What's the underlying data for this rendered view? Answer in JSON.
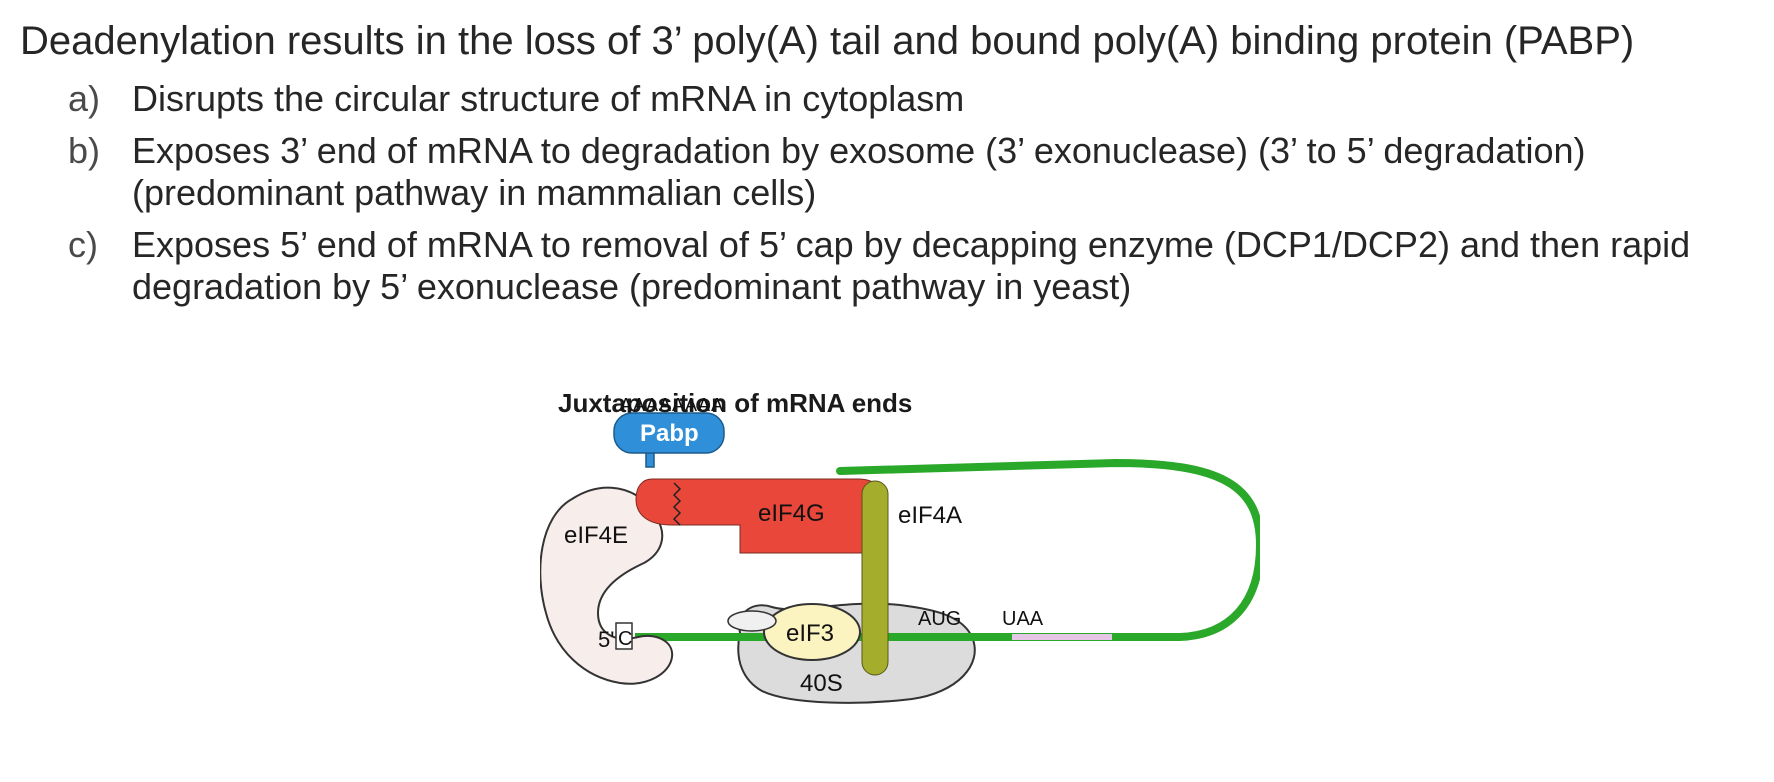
{
  "slide": {
    "title": "Deadenylation results in the loss of 3’ poly(A) tail and bound poly(A) binding protein (PABP)",
    "bullets": [
      {
        "marker": "a)",
        "lines": [
          "Disrupts the circular structure of mRNA in cytoplasm"
        ]
      },
      {
        "marker": "b)",
        "lines": [
          "Exposes 3’ end of mRNA to degradation by exosome (3’ exonuclease) (3’ to 5’ degradation)",
          "(predominant pathway in mammalian cells)"
        ]
      },
      {
        "marker": "c)",
        "lines": [
          "Exposes 5’ end of mRNA to removal of 5’ cap by decapping enzyme (DCP1/DCP2) and then rapid",
          "degradation by 5’ exonuclease (predominant pathway in yeast)"
        ]
      }
    ]
  },
  "figure": {
    "title": "Juxtaposition of mRNA ends",
    "polya": "AAAAAAAA",
    "labels": {
      "pabp": "Pabp",
      "eif4g": "eIF4G",
      "eif4a": "eIF4A",
      "eif4e": "eIF4E",
      "eif3": "eIF3",
      "s40": "40S",
      "aug": "AUG",
      "uaa": "UAA",
      "five_prime": "5'",
      "cap": "C"
    },
    "colors": {
      "mrna": "#2aa82a",
      "pabp": "#2f8fd8",
      "eif4g": "#e8473a",
      "eif4a": "#a5ad2c",
      "eif4e": "#f7eeec",
      "eif3": "#fbf4c0",
      "ribosome": "#dcdcdc",
      "orf": "#e6c6e6"
    }
  }
}
